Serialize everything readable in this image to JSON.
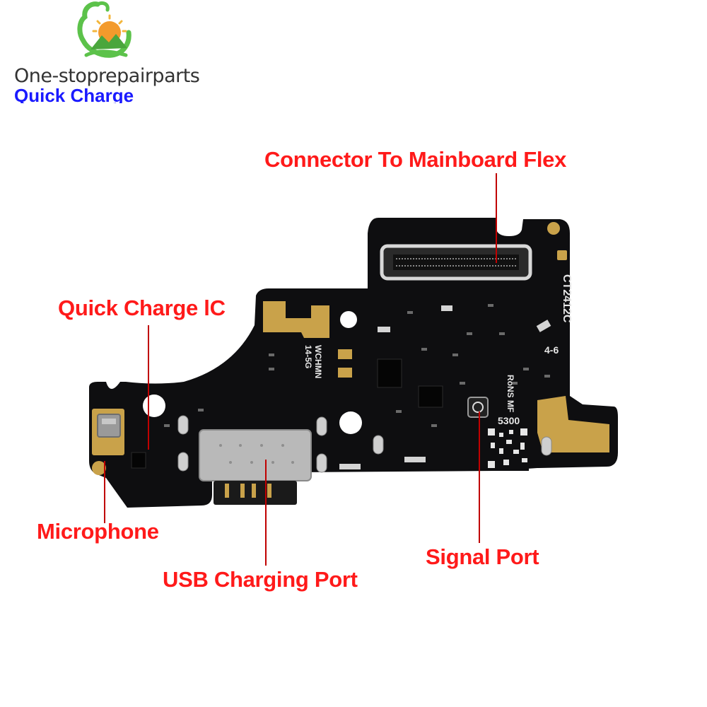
{
  "brand": {
    "name": "One-stoprepairparts",
    "subtitle": "Quick Charge",
    "logo_icon": "dragon-sun-mountain-logo-icon"
  },
  "silkscreen": {
    "board_code": "CT2412C",
    "board_rev": "4-6",
    "maker_code": "WCHMN",
    "model_code": "14-5G",
    "rohs_mark": "RoNS MF",
    "part_code": "5300"
  },
  "callouts": {
    "connector": "Connector To Mainboard Flex",
    "quick_charge_ic": "Quick Charge lC",
    "microphone": "Microphone",
    "usb_port": "USB Charging Port",
    "signal_port": "Signal Port"
  },
  "colors": {
    "callout_text": "#ff1a1a",
    "leader_line": "#c00000",
    "subtitle_blue": "#1a1aff",
    "pcb_black": "#0e0e10",
    "gold_pad": "#c9a24a",
    "usb_silver": "#b9b9b9",
    "logo_green": "#5cc24a"
  }
}
